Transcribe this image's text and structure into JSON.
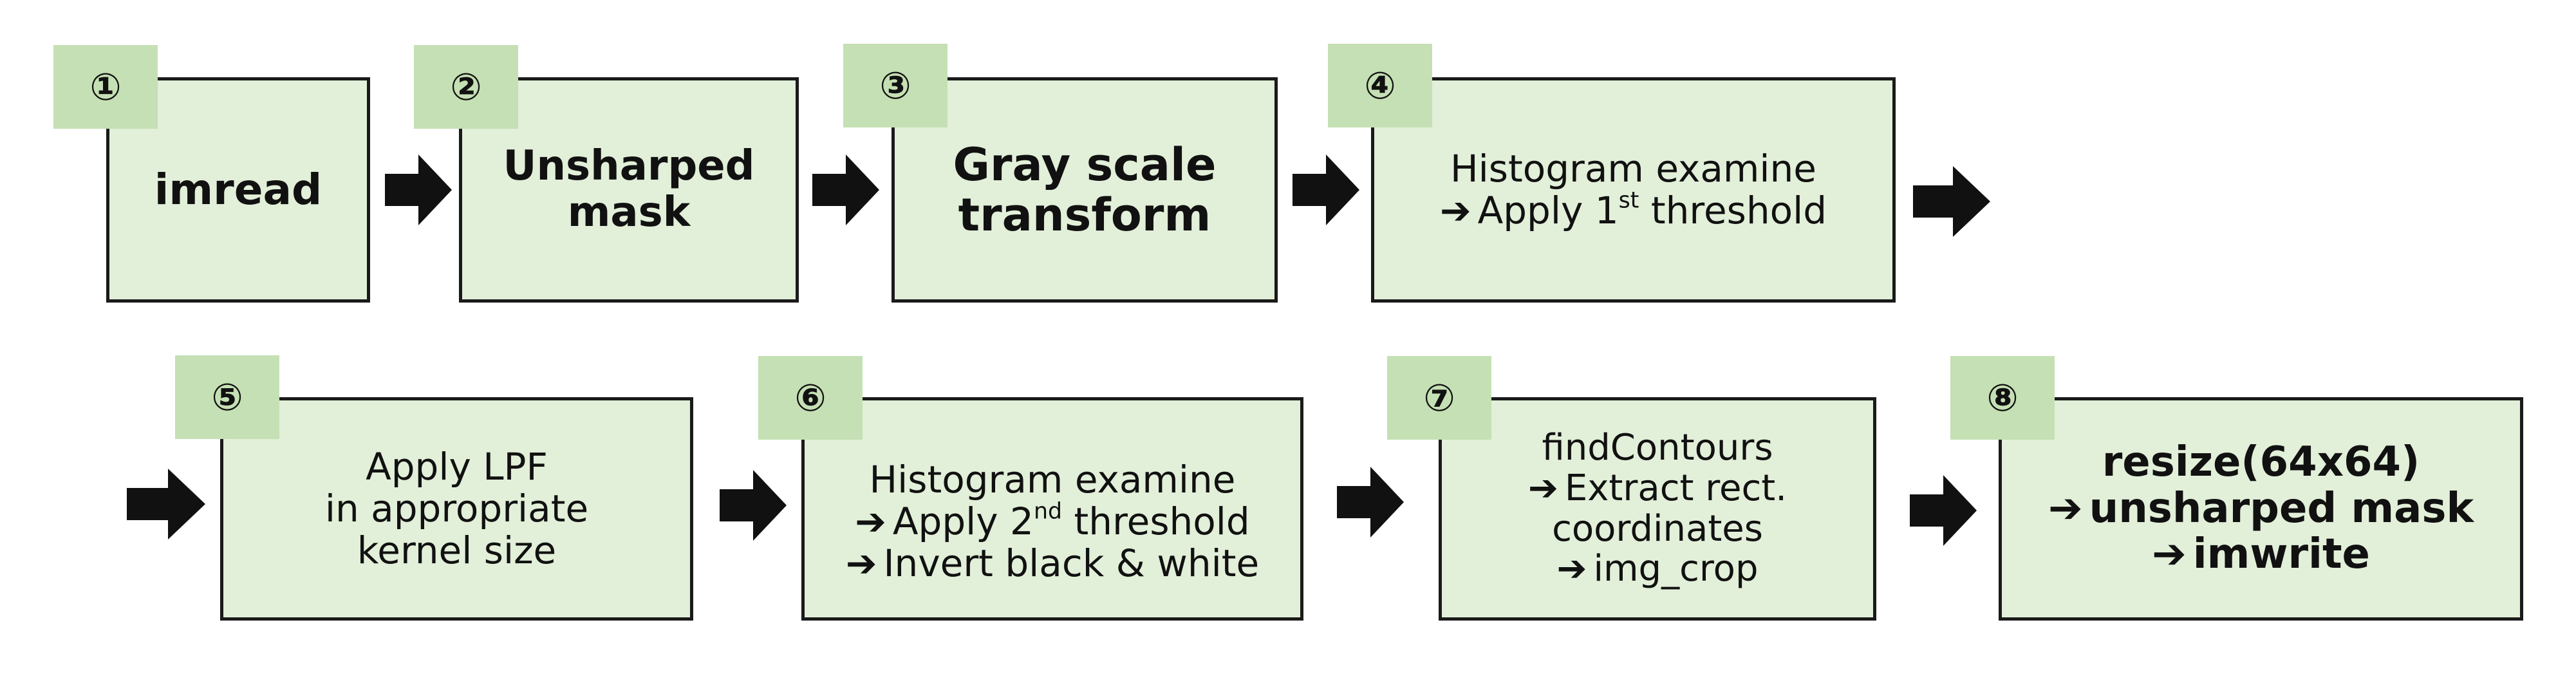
{
  "diagram": {
    "steps": [
      {
        "badge": "1",
        "lines": [
          "imread"
        ]
      },
      {
        "badge": "2",
        "lines": [
          "Unsharped",
          "mask"
        ]
      },
      {
        "badge": "3",
        "lines": [
          "Gray scale",
          "transform"
        ]
      },
      {
        "badge": "4",
        "lines": [
          "Histogram examine",
          {
            "arrow": "➔",
            "text": "Apply 1",
            "sup": "st",
            "tail": " threshold"
          }
        ]
      },
      {
        "badge": "5",
        "lines": [
          "Apply LPF",
          "in appropriate",
          "kernel size"
        ]
      },
      {
        "badge": "6",
        "lines": [
          "Histogram examine",
          {
            "arrow": "➔",
            "text": "Apply 2",
            "sup": "nd",
            "tail": " threshold"
          },
          {
            "arrow": "➔",
            "text": "Invert black & white"
          }
        ]
      },
      {
        "badge": "7",
        "lines": [
          "findContours",
          {
            "arrow": "➔",
            "text": "Extract rect."
          },
          "coordinates",
          {
            "arrow": "➔",
            "text": "img_crop"
          }
        ]
      },
      {
        "badge": "8",
        "lines": [
          "resize(64x64)",
          {
            "arrow": "➔",
            "text": "unsharped mask"
          },
          {
            "arrow": "➔",
            "text": "imwrite"
          }
        ]
      }
    ]
  }
}
